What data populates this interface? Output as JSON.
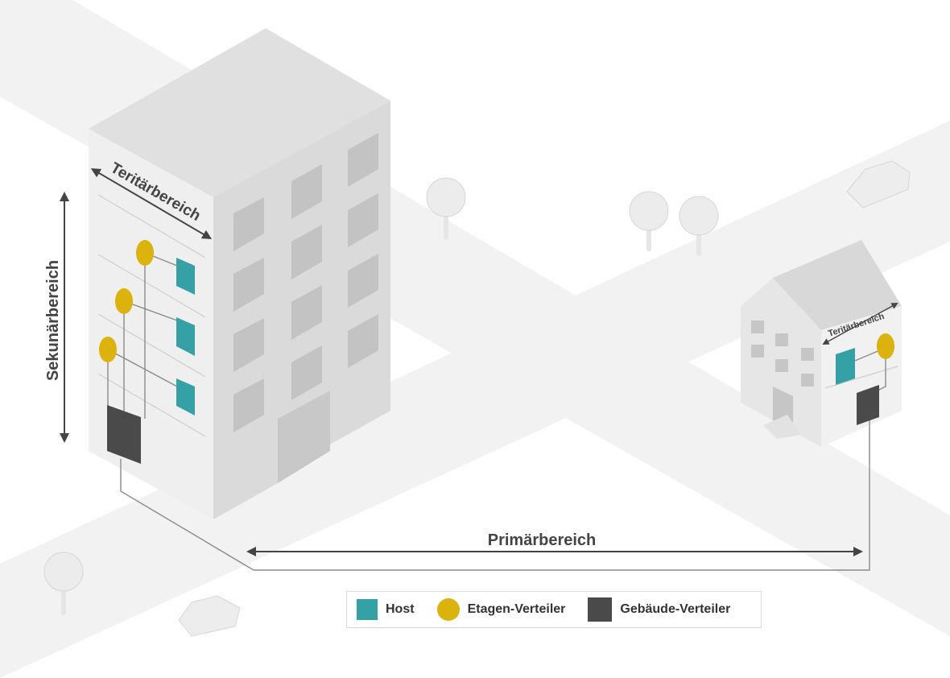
{
  "labels": {
    "tertiaer_main": "Teritärbereich",
    "sekundaer": "Sekunärbereich",
    "tertiaer_small": "Teritärbereich",
    "primaer": "Primärbereich"
  },
  "legend": {
    "host": "Host",
    "etage": "Etagen-Verteiler",
    "gebaeude": "Gebäude-Verteiler"
  },
  "colors": {
    "host": "#36a0a7",
    "etage": "#dcb20d",
    "gebaeude": "#4a4a4a"
  }
}
